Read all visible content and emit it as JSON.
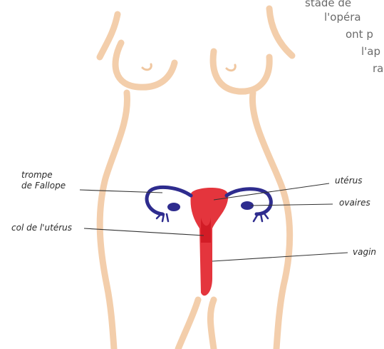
{
  "clipped_paragraph": {
    "lines": [
      "stade de",
      "l'opéra",
      "ont p",
      "l'ap",
      "ra"
    ]
  },
  "labels": {
    "trompe_line1": "trompe",
    "trompe_line2": "de Fallope",
    "col": "col de l'utérus",
    "uterus": "utérus",
    "ovaires": "ovaires",
    "vagin": "vagin"
  },
  "colors": {
    "skin_outline": "#f0c7a0",
    "uterus_red": "#e2242c",
    "tube_blue": "#2e2c8e",
    "leader_line": "#333333"
  }
}
